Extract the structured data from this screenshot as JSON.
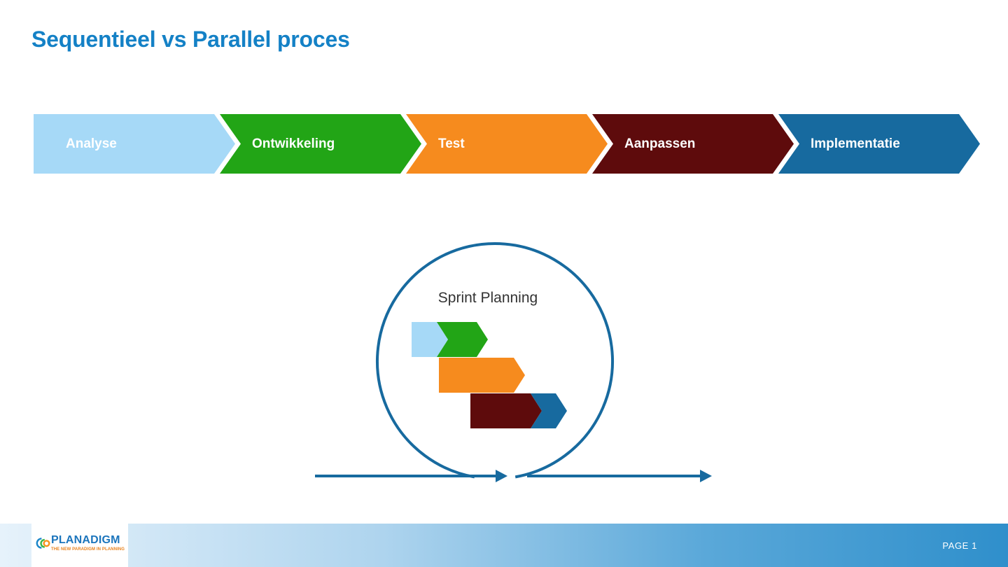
{
  "title": "Sequentieel vs Parallel proces",
  "colors": {
    "title_blue": "#1481c6",
    "loop_blue": "#176a9f",
    "footer_gradient_start": "#e6f2fb",
    "footer_gradient_end": "#2f8fcb"
  },
  "process_stages": [
    {
      "label": "Analyse",
      "color": "#a6d9f7"
    },
    {
      "label": "Ontwikkeling",
      "color": "#22a516"
    },
    {
      "label": "Test",
      "color": "#f68b1e"
    },
    {
      "label": "Aanpassen",
      "color": "#5e0b0c"
    },
    {
      "label": "Implementatie",
      "color": "#176a9f"
    }
  ],
  "sprint": {
    "label": "Sprint Planning",
    "loop_color": "#176a9f",
    "label_color": "#333333",
    "mini_stages": [
      {
        "name": "analyse",
        "color": "#a6d9f7"
      },
      {
        "name": "ontwikkeling",
        "color": "#22a516"
      },
      {
        "name": "test",
        "color": "#f68b1e"
      },
      {
        "name": "aanpassen",
        "color": "#5e0b0c"
      },
      {
        "name": "implementatie",
        "color": "#176a9f"
      }
    ]
  },
  "icons": {
    "flow_arrow": "right-arrow",
    "logo_mark": "loop-rings"
  },
  "footer": {
    "page_label": "PAGE 1",
    "logo": {
      "text": "PLANADIGM",
      "tagline": "THE NEW PARADIGM IN PLANNING"
    }
  }
}
